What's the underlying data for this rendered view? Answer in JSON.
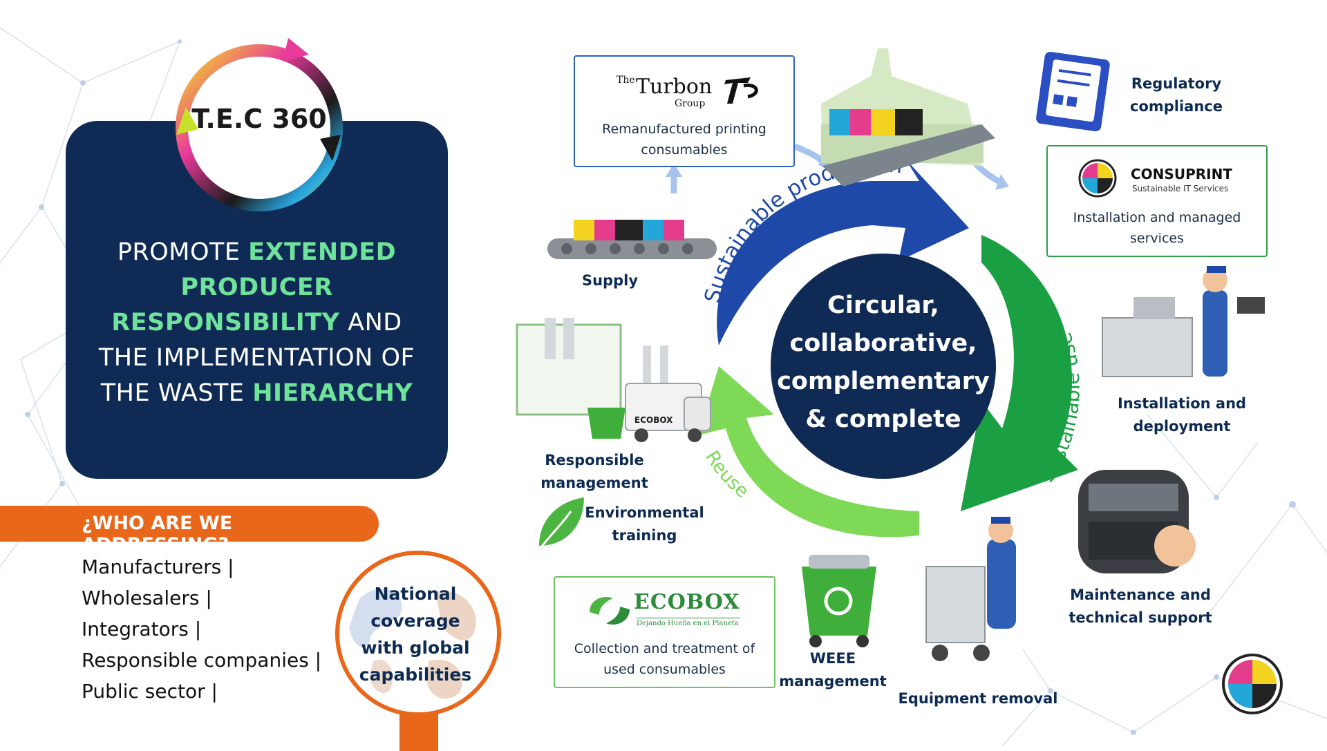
{
  "left_panel": {
    "tec_label": "T.E.C 360",
    "promo": {
      "p1": "PROMOTE ",
      "h1": "EXTENDED PRODUCER RESPONSIBILITY",
      "p2": " AND THE IMPLEMENTATION OF THE WASTE ",
      "h2": "HIERARCHY"
    },
    "who_title": "¿WHO ARE WE ADDRESSING?",
    "audiences": [
      "Manufacturers |",
      "Wholesalers |",
      "Integrators |",
      "Responsible companies |",
      "Public sector |"
    ],
    "globe_text": "National coverage with global capabilities"
  },
  "cycle": {
    "center_text": "Circular, collaborative, complementary & complete",
    "arc_production": "Sustainable production",
    "arc_use": "Sustainable use",
    "arc_reuse": "Reuse"
  },
  "partners": {
    "turbon": {
      "logo_the": "The",
      "logo_name": "Turbon",
      "logo_group": "Group",
      "subtitle": "Remanufactured printing consumables"
    },
    "consuprint": {
      "logo_name": "CONSUPRINT",
      "logo_tag": "Sustainable IT Services",
      "subtitle": "Installation and managed services"
    },
    "ecobox": {
      "logo_name": "ECOBOX",
      "logo_tag": "Dejando Huella en el Planeta",
      "subtitle": "Collection and treatment of used consumables"
    }
  },
  "stages": {
    "supply": "Supply",
    "regulatory": "Regulatory compliance",
    "installation": "Installation and deployment",
    "maintenance": "Maintenance and technical support",
    "removal": "Equipment removal",
    "weee": "WEEE management",
    "training": "Environmental training",
    "responsible": "Responsible management"
  },
  "truck_label": "ECOBOX",
  "colors": {
    "navy": "#0f2b55",
    "green_highlight": "#6fe39a",
    "orange": "#e8671a",
    "blue_arrow": "#1f49a8",
    "green_arrow": "#1aa043",
    "light_green_arrow": "#7ed957"
  }
}
